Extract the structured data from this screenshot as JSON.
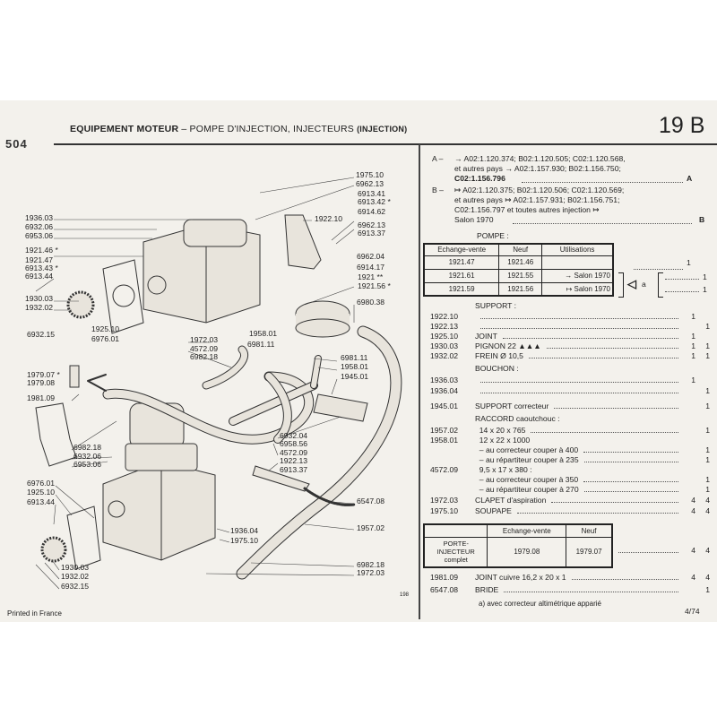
{
  "header": {
    "title_bold": "EQUIPEMENT MOTEUR",
    "title_sep": " – ",
    "title_rest": "POMPE D'INJECTION, INJECTEURS ",
    "title_paren": "(INJECTION)",
    "section": "19 B",
    "model_logo": "504"
  },
  "diagram": {
    "labels_top": [
      "1975.10",
      "6962.13",
      "6913.41",
      "6913.42 *",
      "6914.62",
      "1922.10",
      "6962.13",
      "6913.37",
      "6962.04",
      "6914.17",
      "1921 **",
      "1921.56 *",
      "6980.38"
    ],
    "labels_left_upper": [
      "1936.03",
      "6932.06",
      "6953.06",
      "1921.46 *",
      "1921.47",
      "6913.43 *",
      "6913.44",
      "1930.03",
      "1932.02",
      "6932.15",
      "1925.10",
      "6976.01"
    ],
    "labels_middle": [
      "1972.03",
      "1958.01",
      "4572.09",
      "6981.11",
      "6982.18",
      "6981.11",
      "1958.01",
      "1945.01",
      "6932.04",
      "6958.56",
      "4572.09",
      "1922.13",
      "6913.37"
    ],
    "labels_left_lower": [
      "1979.07 *",
      "1979.08",
      "1981.09",
      "6982.18",
      "6932.06",
      "6953.06",
      "6976.01",
      "1925.10",
      "6913.44",
      "1930.03",
      "1932.02",
      "6932.15"
    ],
    "labels_bottom": [
      "6547.08",
      "1957.02",
      "1936.04",
      "1975.10",
      "6982.18",
      "1972.03"
    ],
    "page_ref": "198",
    "printed": "Printed in France"
  },
  "variants": {
    "A": [
      "A –",
      "→ A02:1.120.374; B02:1.120.505; C02:1.120.568,",
      "et autres pays → A02:1.157.930; B02:1.156.750;",
      "C02:1.156.796",
      "A"
    ],
    "B": [
      "B –",
      "↦ A02:1.120.375; B02:1.120.506; C02:1.120.569;",
      "et autres pays ↦ A02:1.157.931; B02:1.156.751;",
      "C02:1.156.797 et toutes autres injection ↦",
      "Salon 1970",
      "B"
    ]
  },
  "pompe": {
    "heading": "POMPE :",
    "columns": [
      "Echange-vente",
      "Neuf",
      "Utilisations"
    ],
    "rows": [
      [
        "1921.47",
        "1921.46",
        ""
      ],
      [
        "1921.61",
        "1921.55",
        "→ Salon 1970"
      ],
      [
        "1921.59",
        "1921.56",
        "↦ Salon 1970"
      ]
    ],
    "qty": [
      "1",
      "1",
      "1"
    ],
    "note_marker": "a"
  },
  "parts": {
    "support_heading": "SUPPORT :",
    "bouchon_heading": "BOUCHON :",
    "raccord_heading": "RACCORD caoutchouc :",
    "items": [
      {
        "code": "1922.10",
        "desc": "",
        "q1": "1",
        "q2": ""
      },
      {
        "code": "1922.13",
        "desc": "",
        "q1": "",
        "q2": "1"
      },
      {
        "code": "1925.10",
        "desc": "JOINT",
        "q1": "1",
        "q2": ""
      },
      {
        "code": "1930.03",
        "desc": "PIGNON 22 ▲▲▲",
        "q1": "1",
        "q2": "1"
      },
      {
        "code": "1932.02",
        "desc": "FREIN  Ø 10,5",
        "q1": "1",
        "q2": "1"
      },
      {
        "code": "1936.03",
        "desc": "",
        "q1": "1",
        "q2": ""
      },
      {
        "code": "1936.04",
        "desc": "",
        "q1": "",
        "q2": "1"
      },
      {
        "code": "1945.01",
        "desc": "SUPPORT correcteur",
        "q1": "",
        "q2": "1"
      },
      {
        "code": "1957.02",
        "desc": "  14 x 20 x 765",
        "q1": "",
        "q2": "1"
      },
      {
        "code": "1958.01",
        "desc": "  12 x 22 x 1000",
        "q1": "",
        "q2": ""
      },
      {
        "code": "",
        "desc": "  – au correcteur couper à 400",
        "q1": "",
        "q2": "1"
      },
      {
        "code": "",
        "desc": "  – au répartiteur couper à 235",
        "q1": "",
        "q2": "1"
      },
      {
        "code": "4572.09",
        "desc": "  9,5 x 17 x 380 :",
        "q1": "",
        "q2": ""
      },
      {
        "code": "",
        "desc": "  – au correcteur couper à 350",
        "q1": "",
        "q2": "1"
      },
      {
        "code": "",
        "desc": "  – au répartiteur couper à 270",
        "q1": "",
        "q2": "1"
      },
      {
        "code": "1972.03",
        "desc": "CLAPET d'aspiration",
        "q1": "4",
        "q2": "4"
      },
      {
        "code": "1975.10",
        "desc": "SOUPAPE",
        "q1": "4",
        "q2": "4"
      }
    ]
  },
  "porte_injecteur": {
    "columns": [
      "",
      "Echange-vente",
      "Neuf"
    ],
    "row": [
      "PORTE-",
      "INJECTEUR",
      "complet",
      "1979.08",
      "1979.07"
    ],
    "q1": "4",
    "q2": "4"
  },
  "tail": [
    {
      "code": "1981.09",
      "desc": "JOINT cuivre 16,2 x 20 x 1",
      "q1": "4",
      "q2": "4"
    },
    {
      "code": "6547.08",
      "desc": "BRIDE",
      "q1": "",
      "q2": "1"
    }
  ],
  "footnote": "a)  avec correcteur altimétrique apparié",
  "edition": "4/74"
}
